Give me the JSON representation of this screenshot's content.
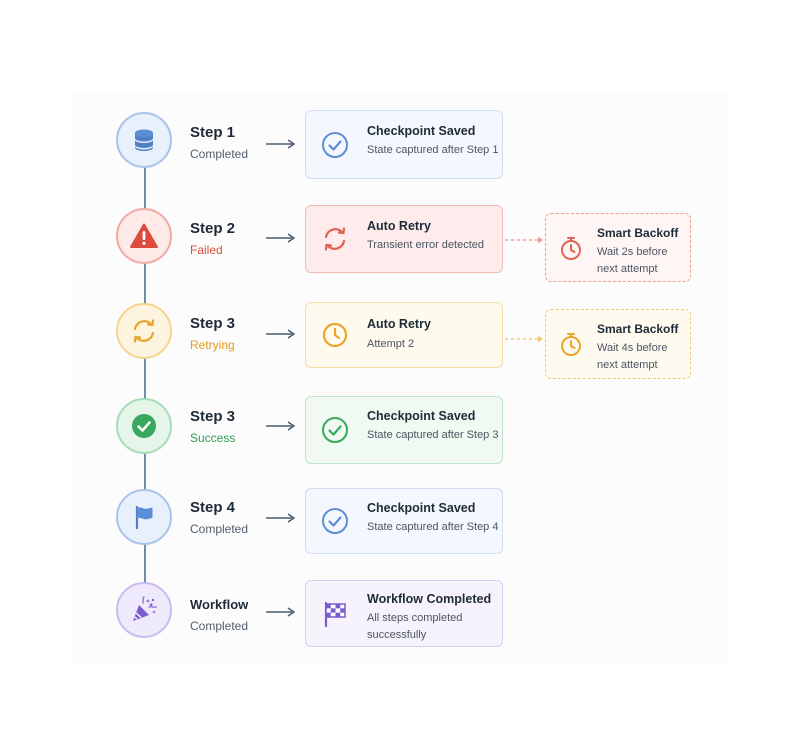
{
  "steps": [
    {
      "title": "Step 1",
      "status": "Completed",
      "status_color": "#52606d",
      "icon": "database-icon",
      "node_fill": "#e8f0fb",
      "node_border": "#a9c2e8",
      "card": {
        "title": "Checkpoint Saved",
        "desc": "State captured after Step 1",
        "icon": "check-circle-icon",
        "fill": "#f4f8fe",
        "border": "#cfdcf2",
        "accent": "#5b8ed6"
      }
    },
    {
      "title": "Step 2",
      "status": "Failed",
      "status_color": "#dc4b3e",
      "icon": "warning-icon",
      "node_fill": "#fde9e7",
      "node_border": "#f1aaa3",
      "card": {
        "title": "Auto Retry",
        "desc": "Transient error detected",
        "icon": "retry-icon",
        "fill": "#fdeceb",
        "border": "#f2b9b3",
        "accent": "#e06352"
      },
      "side": {
        "title": "Smart Backoff",
        "desc": "Wait 2s before next attempt",
        "icon": "stopwatch-icon",
        "fill": "#fef6f5",
        "border": "#ee9e96",
        "accent": "#e06352"
      }
    },
    {
      "title": "Step 3",
      "status": "Retrying",
      "status_color": "#e79a1a",
      "icon": "retry-icon",
      "node_fill": "#fdf4df",
      "node_border": "#f5d48e",
      "card": {
        "title": "Auto Retry",
        "desc": "Attempt 2",
        "icon": "clock-icon",
        "fill": "#fffaee",
        "border": "#f5dca4",
        "accent": "#e9a52b"
      },
      "side": {
        "title": "Smart Backoff",
        "desc": "Wait 4s before next attempt",
        "icon": "stopwatch-icon",
        "fill": "#fffaf0",
        "border": "#f2c87a",
        "accent": "#e9a52b"
      }
    },
    {
      "title": "Step 3",
      "status": "Success",
      "status_color": "#2f9e55",
      "icon": "check-circle-icon",
      "node_fill": "#e5f5ea",
      "node_border": "#a8dcb7",
      "card": {
        "title": "Checkpoint Saved",
        "desc": "State captured after Step 3",
        "icon": "check-circle-icon",
        "fill": "#f0faf3",
        "border": "#bfe4ca",
        "accent": "#38a85e"
      }
    },
    {
      "title": "Step 4",
      "status": "Completed",
      "status_color": "#52606d",
      "icon": "flag-icon",
      "node_fill": "#e8f0fb",
      "node_border": "#a9c2e8",
      "card": {
        "title": "Checkpoint Saved",
        "desc": "State captured after Step 4",
        "icon": "check-circle-icon",
        "fill": "#f4f8fe",
        "border": "#cfdcf2",
        "accent": "#5b8ed6"
      }
    },
    {
      "title": "Workflow",
      "status": "Completed",
      "status_color": "#52606d",
      "icon": "party-popper-icon",
      "node_fill": "#efeafb",
      "node_border": "#cbbcef",
      "card": {
        "title": "Workflow Completed",
        "desc": "All steps completed successfully",
        "icon": "checkered-flag-icon",
        "fill": "#f6f3fd",
        "border": "#d8cdf2",
        "accent": "#7c5cd1"
      }
    }
  ]
}
